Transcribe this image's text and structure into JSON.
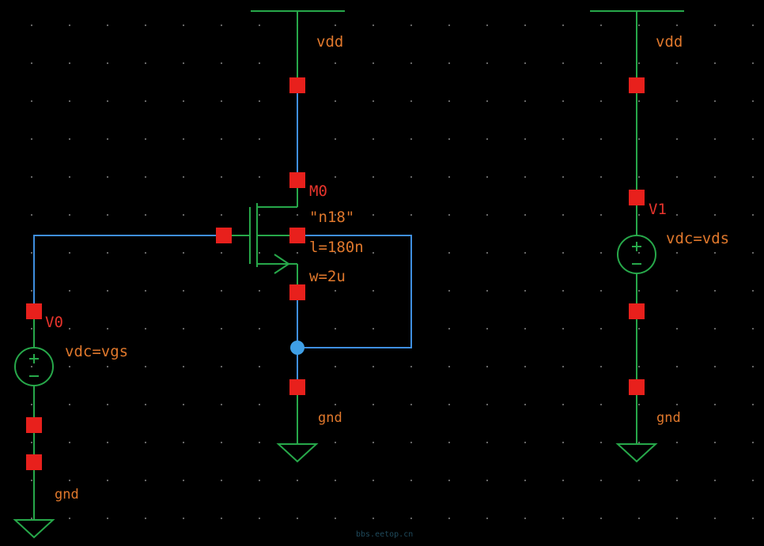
{
  "schematic": {
    "nets": {
      "vdd_left": "vdd",
      "vdd_right": "vdd",
      "gnd_mos": "gnd",
      "gnd_v0": "gnd",
      "gnd_v1": "gnd"
    },
    "nmos": {
      "instance": "M0",
      "model": "\"n18\"",
      "length": "l=180n",
      "width": "w=2u"
    },
    "v0": {
      "instance": "V0",
      "param": "vdc=vgs"
    },
    "v1": {
      "instance": "V1",
      "param": "vdc=vds"
    }
  },
  "watermark": "bbs.eetop.cn",
  "colors": {
    "background": "#000000",
    "wire_green": "#27a84a",
    "wire_blue": "#3f8fe0",
    "pin_red": "#e8201c",
    "label_orange": "#e0782c",
    "instance_red": "#e8342c",
    "junction_blue": "#3f9fe6"
  }
}
